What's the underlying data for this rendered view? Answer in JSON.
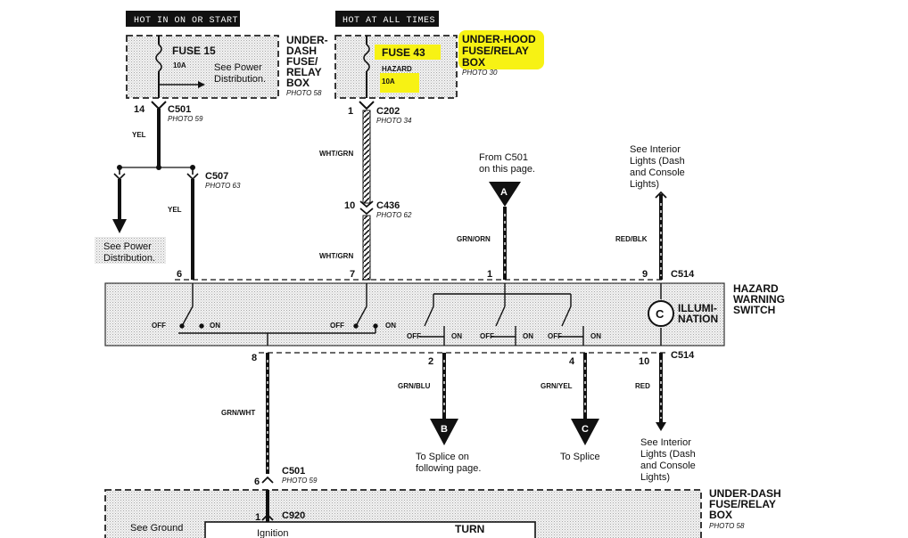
{
  "headers": {
    "left": "HOT IN ON OR START",
    "right": "HOT AT ALL TIMES"
  },
  "fuse15": {
    "name": "FUSE 15",
    "amps": "10A",
    "see": [
      "See Power",
      "Distribution."
    ]
  },
  "underdash_box": {
    "lines": [
      "UNDER-",
      "DASH",
      "FUSE/",
      "RELAY",
      "BOX"
    ],
    "photo": "PHOTO 58"
  },
  "fuse43": {
    "name": "FUSE 43",
    "label": "HAZARD",
    "amps": "10A"
  },
  "underhood_box": {
    "lines": [
      "UNDER-HOOD",
      "FUSE/RELAY",
      "BOX"
    ],
    "photo": "PHOTO 30"
  },
  "connectors": {
    "c501_top": {
      "name": "C501",
      "photo": "PHOTO 59",
      "pin": "14"
    },
    "c202": {
      "name": "C202",
      "photo": "PHOTO 34",
      "pin": "1"
    },
    "c507": {
      "name": "C507",
      "photo": "PHOTO 63"
    },
    "c436": {
      "name": "C436",
      "photo": "PHOTO 62",
      "pin": "10"
    },
    "c514_top": {
      "name": "C514"
    },
    "c514_bot": {
      "name": "C514"
    },
    "c501_bot": {
      "name": "C501",
      "photo": "PHOTO 59",
      "pin": "6"
    },
    "c920": {
      "name": "C920",
      "pin": "1"
    }
  },
  "wires": {
    "yel_1": "YEL",
    "yel_2": "YEL",
    "wht_grn_1": "WHT/GRN",
    "wht_grn_2": "WHT/GRN",
    "grn_orn": "GRN/ORN",
    "red_blk": "RED/BLK",
    "grn_wht": "GRN/WHT",
    "grn_blu": "GRN/BLU",
    "grn_yel": "GRN/YEL",
    "red": "RED"
  },
  "switch_pins_top": [
    "6",
    "7",
    "1",
    "9"
  ],
  "switch_pins_bottom": [
    "8",
    "2",
    "4",
    "10"
  ],
  "hazard_switch": {
    "lines": [
      "HAZARD",
      "WARNING",
      "SWITCH"
    ],
    "illum": [
      "ILLUMI-",
      "NATION"
    ],
    "off": "OFF",
    "on": "ON"
  },
  "notes": {
    "see_power": [
      "See Power",
      "Distribution."
    ],
    "from_c501": [
      "From C501",
      "on this page."
    ],
    "interior_top": [
      "See Interior",
      "Lights (Dash",
      "and Console",
      "Lights)"
    ],
    "splice_b": [
      "To Splice on",
      "following page."
    ],
    "splice_c": "To Splice",
    "interior_bot": [
      "See Interior",
      "Lights (Dash",
      "and Console",
      "Lights)"
    ],
    "see_ground": "See Ground",
    "ignition": "Ignition"
  },
  "arrows": {
    "a": "A",
    "b": "B",
    "c": "C",
    "c_illum": "C"
  },
  "bottom_box": {
    "lines": [
      "UNDER-DASH",
      "FUSE/RELAY",
      "BOX"
    ],
    "photo": "PHOTO 58",
    "turn": "TURN"
  },
  "colors": {
    "highlight": "#f7f214",
    "ink": "#111111",
    "stipple": "#d8d8d8"
  }
}
